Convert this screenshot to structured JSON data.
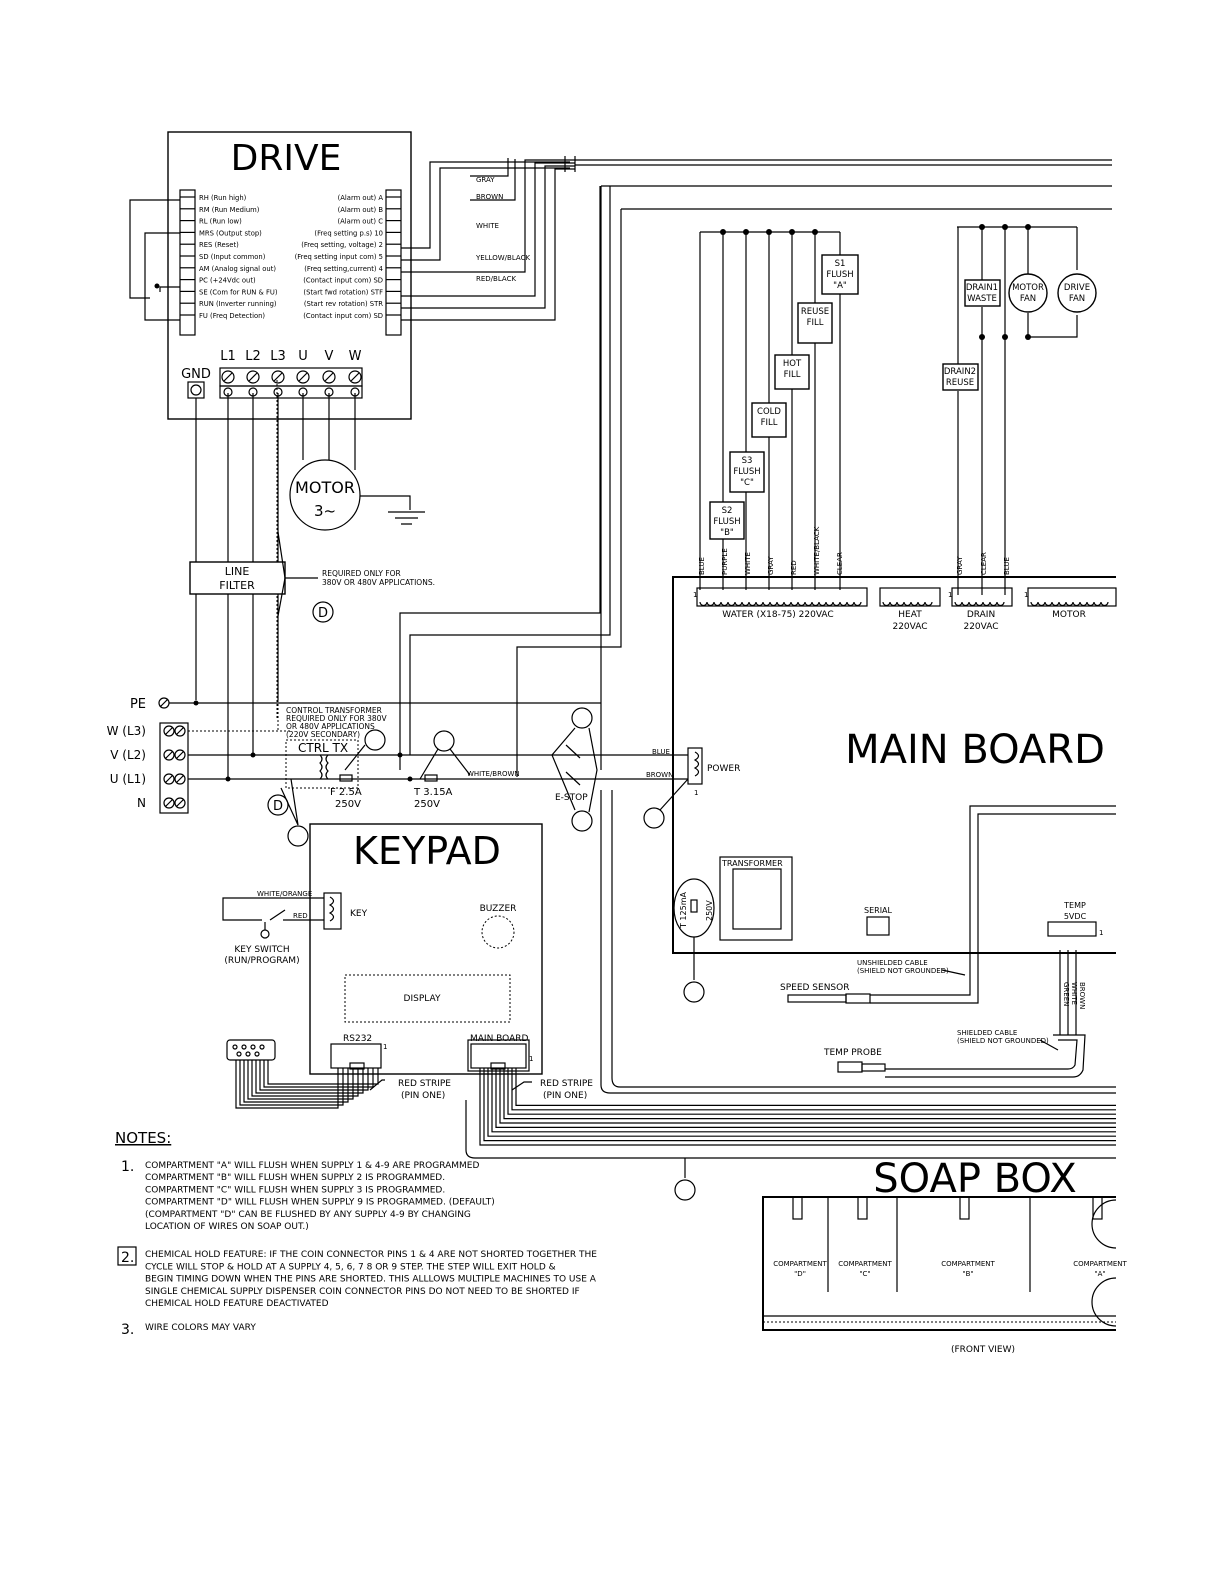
{
  "drive": {
    "title": "DRIVE",
    "left_terms": [
      "RH (Run high)",
      "RM (Run Medium)",
      "RL (Run low)",
      "MRS (Output stop)",
      "RES (Reset)",
      "SD (Input common)",
      "AM (Analog signal out)",
      "PC (+24Vdc out)",
      "SE (Com for RUN & FU)",
      "RUN (Inverter running)",
      "FU (Freq Detection)"
    ],
    "right_terms": [
      "(Alarm out) A",
      "(Alarm out) B",
      "(Alarm out) C",
      "(Freq setting p.s) 10",
      "(Freq setting, voltage) 2",
      "(Freq setting input com) 5",
      "(Freq setting,current) 4",
      "(Contact input com) SD",
      "(Start fwd rotation) STF",
      "(Start rev rotation) STR",
      "(Contact input com) SD"
    ],
    "power_terms": [
      "GND",
      "L1",
      "L2",
      "L3",
      "U",
      "V",
      "W"
    ]
  },
  "wires": {
    "gray": "GRAY",
    "brown": "BROWN",
    "white": "WHITE",
    "yellow_black": "YELLOW/BLACK",
    "red_black": "RED/BLACK",
    "blue": "BLUE",
    "white_brown": "WHITE/BROWN",
    "white_orange": "WHITE/ORANGE",
    "red": "RED"
  },
  "motor": {
    "line1": "MOTOR",
    "line2": "3~"
  },
  "line_filter": {
    "line1": "LINE",
    "line2": "FILTER",
    "note1": "REQUIRED ONLY FOR",
    "note2": "380V OR 480V APPLICATIONS."
  },
  "d_label": "D",
  "supply": [
    "PE",
    "W (L3)",
    "V (L2)",
    "U (L1)",
    "N"
  ],
  "ctrl_tx": {
    "note1": "CONTROL TRANSFORMER",
    "note2": "REQUIRED ONLY FOR 380V",
    "note3": "OR 480V APPLICATIONS",
    "note4": "(220V SECONDARY)",
    "label": "CTRL TX"
  },
  "fuses": {
    "f1a": "F 2.5A",
    "f1b": "250V",
    "f2a": "T 3.15A",
    "f2b": "250V",
    "estop": "E-STOP"
  },
  "valves": {
    "s1": [
      "S1",
      "FLUSH",
      "\"A\""
    ],
    "reuse": [
      "REUSE",
      "FILL"
    ],
    "hot": [
      "HOT",
      "FILL"
    ],
    "cold": [
      "COLD",
      "FILL"
    ],
    "s3": [
      "S3",
      "FLUSH",
      "\"C\""
    ],
    "s2": [
      "S2",
      "FLUSH",
      "\"B\""
    ],
    "drain1": [
      "DRAIN1",
      "WASTE"
    ],
    "drain2": [
      "DRAIN2",
      "REUSE"
    ],
    "motor_fan": [
      "MOTOR",
      "FAN"
    ],
    "drive_fan": [
      "DRIVE",
      "FAN"
    ]
  },
  "water_wires": [
    "BLUE",
    "PURPLE",
    "WHITE",
    "GRAY",
    "RED",
    "WHITE/BLACK",
    "CLEAR"
  ],
  "drain_wires": [
    "GRAY",
    "CLEAR",
    "BLUE"
  ],
  "connectors": {
    "water": "WATER (X18-75) 220VAC",
    "heat1": "HEAT",
    "heat2": "220VAC",
    "drain1": "DRAIN",
    "drain2": "220VAC",
    "motor": "MOTOR",
    "power": "POWER",
    "pin_one": "1"
  },
  "main_board": {
    "title": "MAIN BOARD",
    "transformer": "TRANSFORMER",
    "serial": "SERIAL",
    "temp1": "TEMP",
    "temp2": "5VDC",
    "fuse1": "T 125mA",
    "fuse2": "250V",
    "temp_wires": [
      "GREEN",
      "WHITE",
      "BROWN"
    ]
  },
  "sensors": {
    "unshielded1": "UNSHIELDED CABLE",
    "unshielded2": "(SHIELD NOT GROUNDED)",
    "speed": "SPEED SENSOR",
    "shielded1": "SHIELDED CABLE",
    "shielded2": "(SHIELD NOT GROUNDED)",
    "temp_probe": "TEMP PROBE"
  },
  "keypad": {
    "title": "KEYPAD",
    "key": "KEY",
    "buzzer": "BUZZER",
    "display": "DISPLAY",
    "rs232": "RS232",
    "main_board": "MAIN BOARD",
    "key_switch1": "KEY SWITCH",
    "key_switch2": "(RUN/PROGRAM)",
    "red_stripe1": "RED STRIPE",
    "red_stripe2": "(PIN ONE)"
  },
  "soap_box": {
    "title": "SOAP BOX",
    "compartments": [
      [
        "COMPARTMENT",
        "\"D\""
      ],
      [
        "COMPARTMENT",
        "\"C\""
      ],
      [
        "COMPARTMENT",
        "\"B\""
      ],
      [
        "COMPARTMENT",
        "\"A\""
      ]
    ],
    "front_view": "(FRONT VIEW)"
  },
  "notes": {
    "heading": "NOTES:",
    "n1": "1.",
    "n1_lines": [
      "COMPARTMENT \"A\" WILL FLUSH WHEN SUPPLY 1 & 4-9 ARE PROGRAMMED",
      "COMPARTMENT \"B\" WILL FLUSH WHEN SUPPLY 2 IS PROGRAMMED.",
      "COMPARTMENT \"C\" WILL FLUSH WHEN SUPPLY 3 IS PROGRAMMED.",
      "COMPARTMENT \"D\" WILL FLUSH WHEN SUPPLY 9 IS PROGRAMMED. (DEFAULT)",
      "(COMPARTMENT \"D\" CAN BE FLUSHED BY ANY SUPPLY 4-9 BY CHANGING",
      "LOCATION OF WIRES ON SOAP OUT.)"
    ],
    "n2": "2.",
    "n2_lines": [
      "CHEMICAL HOLD FEATURE: IF THE COIN CONNECTOR PINS 1 & 4 ARE NOT SHORTED TOGETHER THE",
      "CYCLE WILL STOP & HOLD AT A SUPPLY 4, 5, 6, 7 8 OR 9 STEP. THE STEP WILL EXIT HOLD &",
      "BEGIN TIMING DOWN WHEN THE PINS ARE SHORTED. THIS ALLLOWS MULTIPLE MACHINES TO USE A",
      "SINGLE CHEMICAL SUPPLY DISPENSER COIN CONNECTOR PINS DO NOT NEED TO BE SHORTED IF",
      "CHEMICAL HOLD FEATURE DEACTIVATED"
    ],
    "n3": "3.",
    "n3_text": "WIRE COLORS MAY VARY"
  }
}
